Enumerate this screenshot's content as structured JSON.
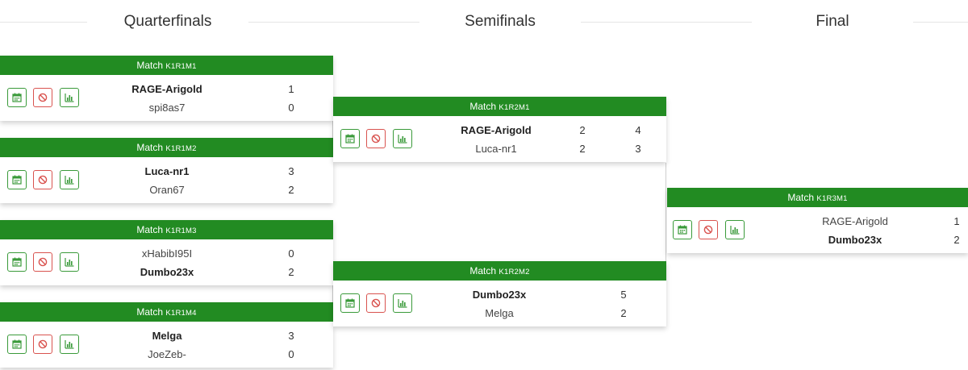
{
  "rounds": {
    "quarterfinals": "Quarterfinals",
    "semifinals": "Semifinals",
    "final": "Final"
  },
  "colors": {
    "header_green": "#228b22",
    "button_green": "#3a9a3a",
    "button_red": "#d9534f"
  },
  "icons": [
    "calendar-icon",
    "cancel-icon",
    "stats-icon"
  ],
  "matches": {
    "k1r1m1": {
      "label": "Match",
      "code": "K1R1M1",
      "p1": {
        "name": "RAGE-Arigold",
        "score": "1"
      },
      "p2": {
        "name": "spi8as7",
        "score": "0"
      }
    },
    "k1r1m2": {
      "label": "Match",
      "code": "K1R1M2",
      "p1": {
        "name": "Luca-nr1",
        "score": "3"
      },
      "p2": {
        "name": "Oran67",
        "score": "2"
      }
    },
    "k1r1m3": {
      "label": "Match",
      "code": "K1R1M3",
      "p1": {
        "name": "xHabibI95I",
        "score": "0"
      },
      "p2": {
        "name": "Dumbo23x",
        "score": "2"
      }
    },
    "k1r1m4": {
      "label": "Match",
      "code": "K1R1M4",
      "p1": {
        "name": "Melga",
        "score": "3"
      },
      "p2": {
        "name": "JoeZeb-",
        "score": "0"
      }
    },
    "k1r2m1": {
      "label": "Match",
      "code": "K1R2M1",
      "p1": {
        "name": "RAGE-Arigold",
        "score1": "2",
        "score2": "4"
      },
      "p2": {
        "name": "Luca-nr1",
        "score1": "2",
        "score2": "3"
      }
    },
    "k1r2m2": {
      "label": "Match",
      "code": "K1R2M2",
      "p1": {
        "name": "Dumbo23x",
        "score": "5"
      },
      "p2": {
        "name": "Melga",
        "score": "2"
      }
    },
    "k1r3m1": {
      "label": "Match",
      "code": "K1R3M1",
      "p1": {
        "name": "RAGE-Arigold",
        "score": "1"
      },
      "p2": {
        "name": "Dumbo23x",
        "score": "2"
      }
    }
  }
}
